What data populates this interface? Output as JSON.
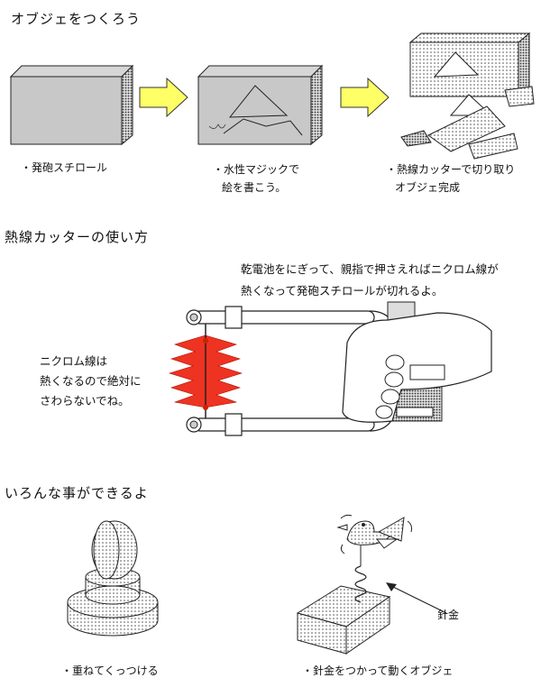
{
  "section1": {
    "heading": "オブジェをつくろう",
    "caption1": "・発砲スチロール",
    "caption2_line1": "・水性マジックで",
    "caption2_line2": "絵を書こう。",
    "caption3_line1": "・熱線カッターで切り取り",
    "caption3_line2": "オブジェ完成"
  },
  "section2": {
    "heading": "熱線カッターの使い方",
    "instruction_line1": "乾電池をにぎって、親指で押さえればニクロム線が",
    "instruction_line2": "熱くなって発砲スチロールが切れるよ。",
    "warning_line1": "ニクロム線は",
    "warning_line2": "熱くなるので絶対に",
    "warning_line3": "さわらないでね。"
  },
  "section3": {
    "heading": "いろんな事ができるよ",
    "caption_left": "・重ねてくっつける",
    "caption_right": "・針金をつかって動くオブジェ",
    "label_wire": "針金"
  },
  "colors": {
    "foam": "#c8c8c8",
    "arrow": "#ffff66",
    "heat": "#ee3322"
  }
}
